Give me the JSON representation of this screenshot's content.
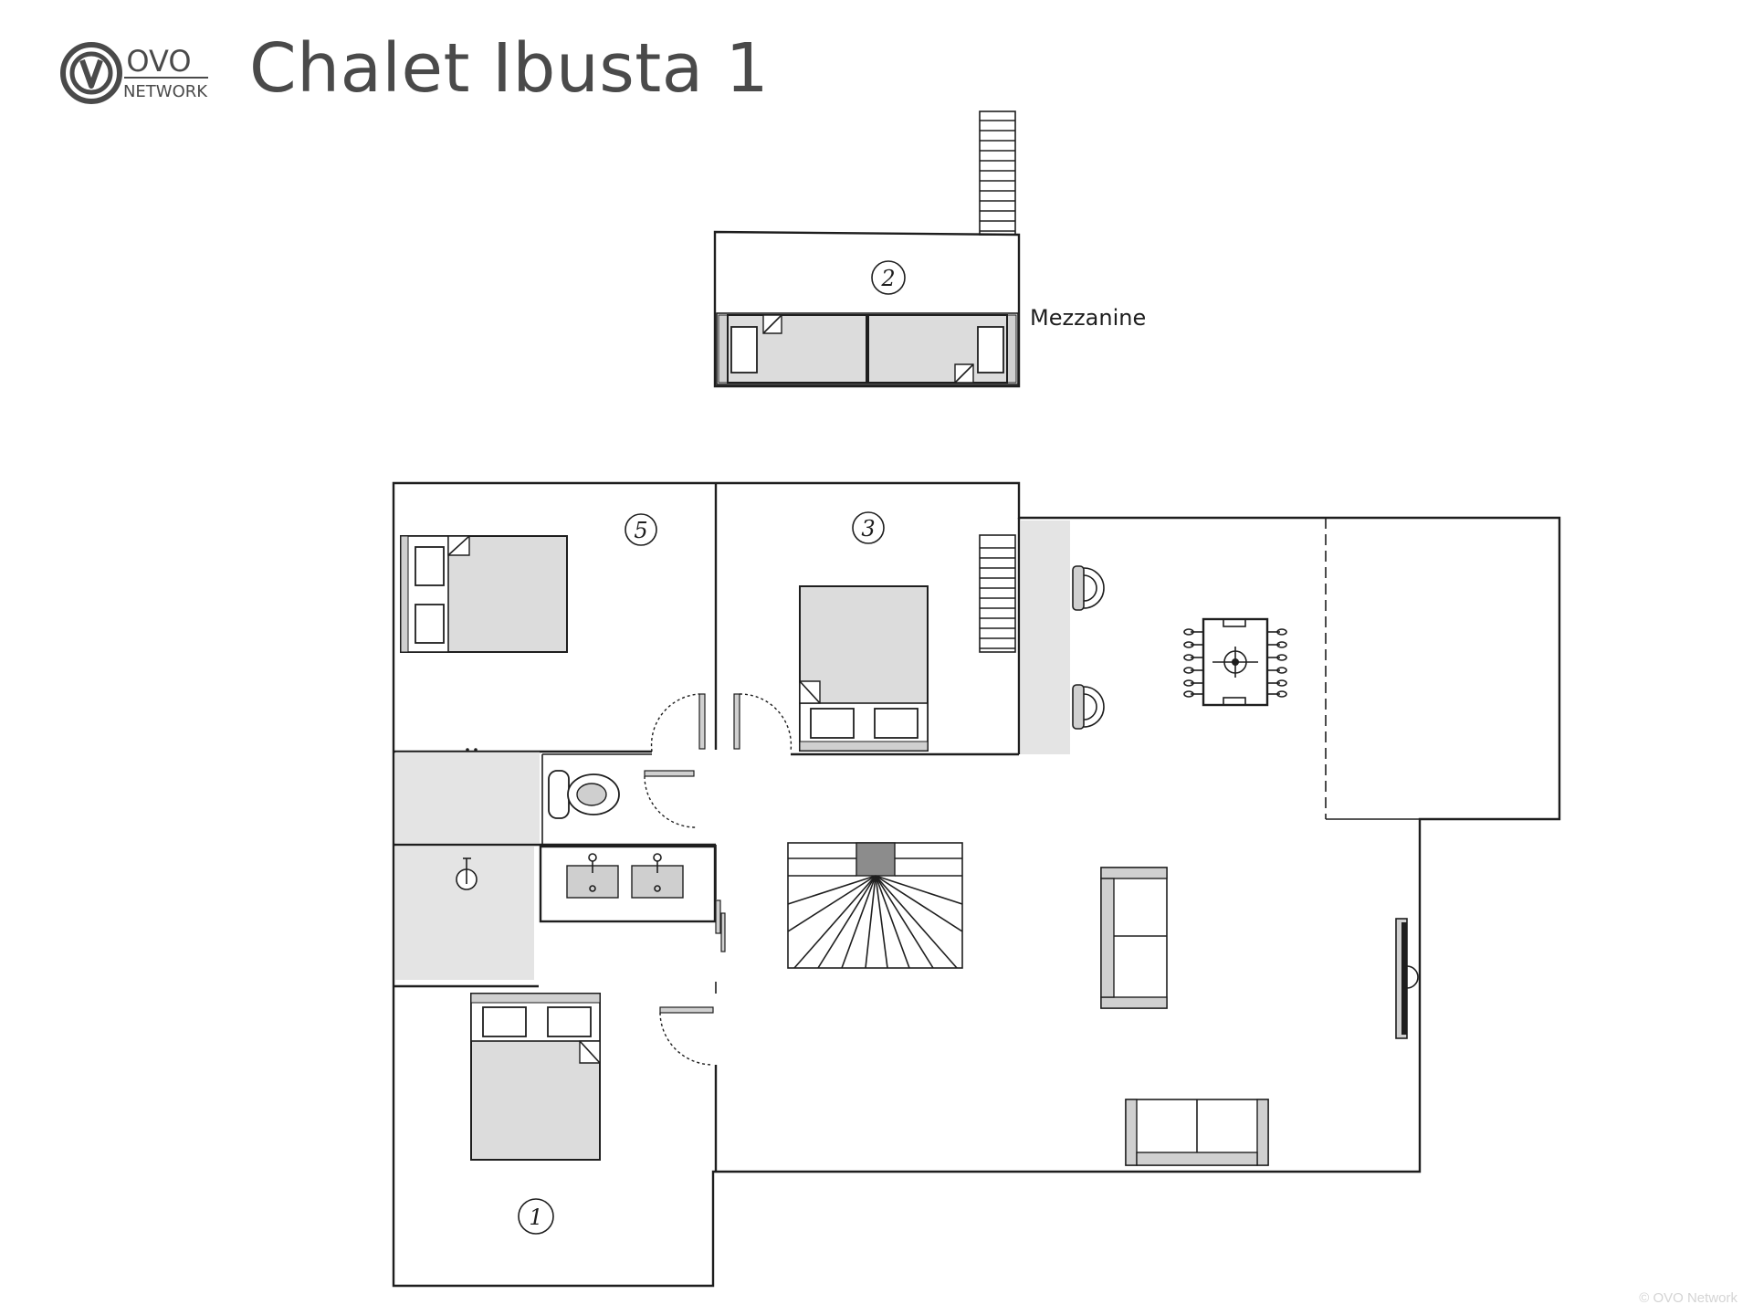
{
  "header": {
    "logo_primary": "OVO",
    "logo_secondary": "NETWORK",
    "title": "Chalet Ibusta 1"
  },
  "plan": {
    "room_numbers": {
      "bedroom_1": "1",
      "bedroom_2": "2",
      "bedroom_3": "3",
      "bedroom_5": "5"
    },
    "mezzanine_label": "Mezzanine"
  },
  "footer": {
    "copyright": "© OVO Network"
  },
  "colors": {
    "line": "#1e1e1e",
    "furniture_fill": "#dcdcdc",
    "floor_fill": "#e4e4e4",
    "title": "#4a4a4a"
  }
}
